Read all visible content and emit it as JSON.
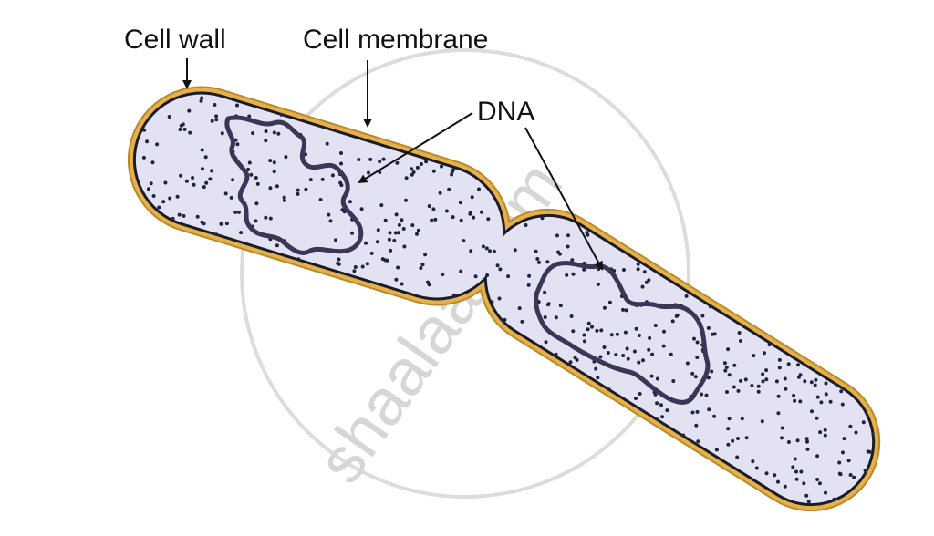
{
  "labels": {
    "cell_wall": "Cell wall",
    "cell_membrane": "Cell membrane",
    "dna": "DNA"
  },
  "watermark": "shaalaa.com",
  "colors": {
    "cell_wall": "#e6b04a",
    "membrane": "#1c1c28",
    "cytoplasm": "#e2e2f2",
    "dots": "#1f2440",
    "dna": "#3a3656"
  }
}
